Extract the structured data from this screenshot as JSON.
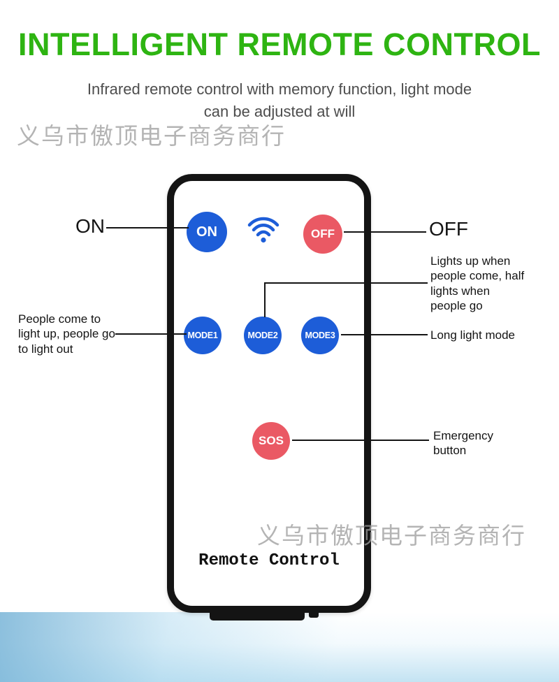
{
  "header": {
    "title": "INTELLIGENT REMOTE CONTROL",
    "subtitle": "Infrared remote control with memory function, light mode can be adjusted at will"
  },
  "watermark": {
    "text": "义乌市傲顶电子商务商行"
  },
  "remote": {
    "buttons": {
      "on": "ON",
      "off": "OFF",
      "mode1": "MODE1",
      "mode2": "MODE2",
      "mode3": "MODE3",
      "sos": "SOS"
    },
    "brand": "Remote Control"
  },
  "annotations": {
    "on": "ON",
    "off": "OFF",
    "mode1": "People come to light up, people go to light out",
    "mode2": "Lights up when people come, half lights when people go",
    "mode3": "Long light mode",
    "sos": "Emergency button"
  },
  "colors": {
    "title_green": "#2eb412",
    "button_blue": "#1d5dd8",
    "button_red": "#ea5964",
    "wifi_blue": "#1d5dd8",
    "outline_black": "#141414"
  }
}
